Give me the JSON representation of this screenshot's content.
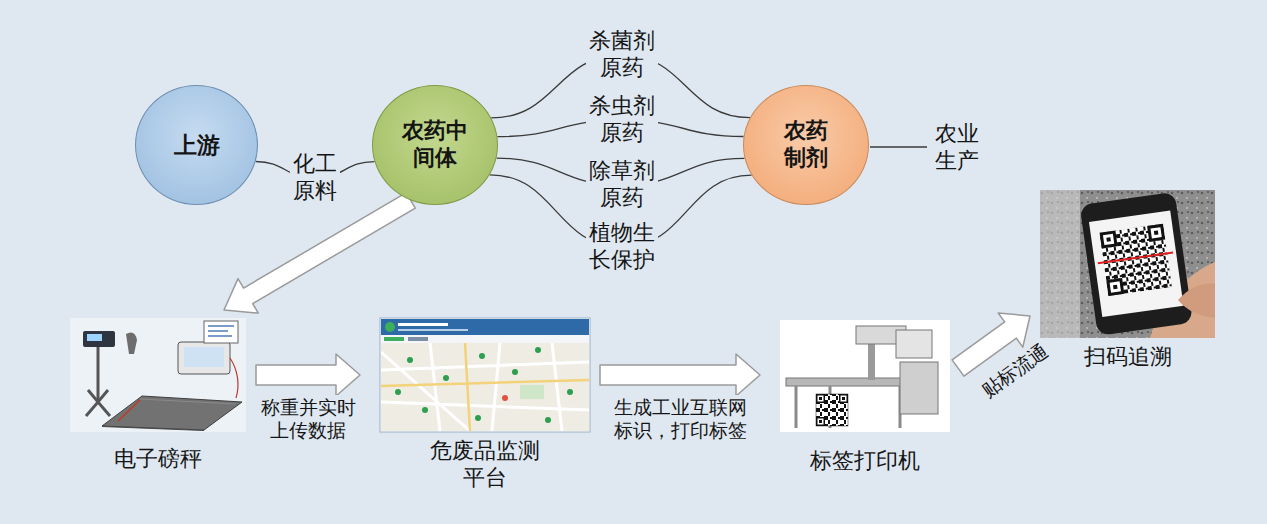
{
  "diagram": {
    "nodes": [
      {
        "text": [
          "上游"
        ]
      },
      {
        "text": [
          "农药中 间体"
        ]
      },
      {
        "text": [
          "农药 制剂"
        ]
      },
      {
        "text": [
          "电子磅秤"
        ]
      },
      {
        "text": [
          "危废品监测 平台"
        ]
      },
      {
        "text": [
          "标签打印机"
        ]
      },
      {
        "text": [
          "扫码追溯"
        ]
      }
    ],
    "edges": [
      {
        "from": 0,
        "to": 1,
        "label": "化工 原料",
        "arrow": "none"
      },
      {
        "from": 1,
        "to": 2,
        "label": "杀菌剂 原药",
        "arrow": "none"
      },
      {
        "from": 1,
        "to": 2,
        "label": "杀虫剂 原药",
        "arrow": "none"
      },
      {
        "from": 1,
        "to": 2,
        "label": "除草剂 原药",
        "arrow": "none"
      },
      {
        "from": 1,
        "to": 2,
        "label": "植物生 长保护",
        "arrow": "none"
      },
      {
        "from": 1,
        "to": 3,
        "arrow": "to"
      },
      {
        "from": 3,
        "to": 4,
        "label": "称重并实时 上传数据",
        "arrow": "to"
      },
      {
        "from": 4,
        "to": 5,
        "label": "生成工业互联网 标识，打印标签",
        "arrow": "to"
      },
      {
        "from": 5,
        "to": 6,
        "label": "贴标流通",
        "arrow": "to"
      }
    ],
    "labels": [
      "农业 生产"
    ]
  }
}
